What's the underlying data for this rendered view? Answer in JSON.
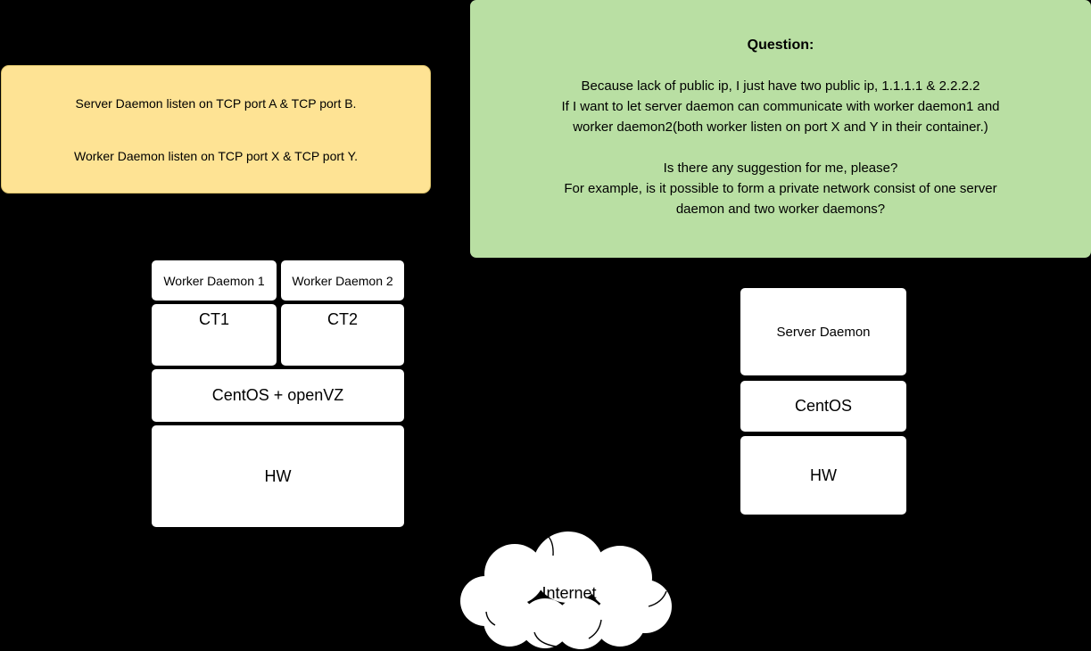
{
  "colors": {
    "background": "#000000",
    "note_bg": "#fee394",
    "question_bg": "#b9dfa3",
    "box_bg": "#ffffff",
    "box_border": "#000000",
    "text": "#000000"
  },
  "note": {
    "line1": "Server Daemon listen on TCP port A & TCP port B.",
    "line2": "Worker Daemon listen on TCP port X & TCP port Y."
  },
  "question": {
    "title": "Question:",
    "lines": [
      "Because lack of public ip, I just have two public ip, 1.1.1.1 & 2.2.2.2",
      "If I want to let server daemon can communicate with worker daemon1 and",
      "worker daemon2(both worker listen on port X and Y in their container.)",
      "",
      "Is there any suggestion for me, please?",
      "For example, is it possible to form a private network consist of one server",
      "daemon and two worker daemons?"
    ]
  },
  "left_stack": {
    "worker1": "Worker Daemon 1",
    "worker2": "Worker Daemon 2",
    "ct1": "CT1",
    "ct2": "CT2",
    "os": "CentOS + openVZ",
    "hw": "HW"
  },
  "right_stack": {
    "daemon": "Server Daemon",
    "os": "CentOS",
    "hw": "HW"
  },
  "cloud": {
    "label": "Internet"
  }
}
